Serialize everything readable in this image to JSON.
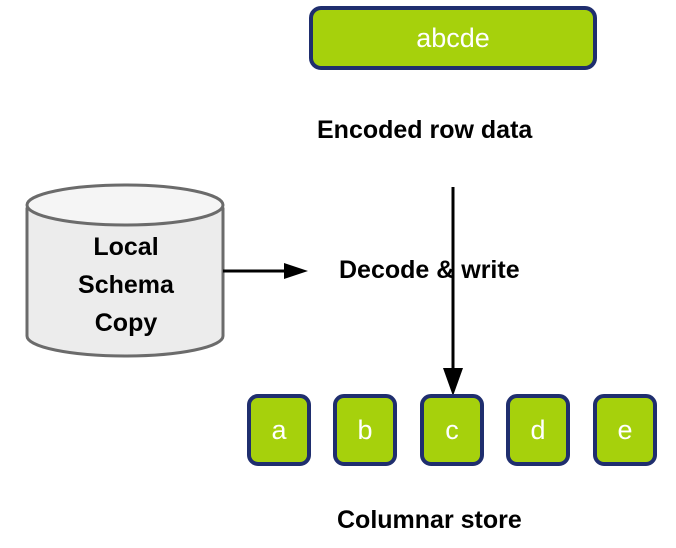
{
  "diagram": {
    "source": {
      "label": "abcde",
      "caption": "Encoded row data"
    },
    "schema_store": {
      "lines": [
        "Local",
        "Schema",
        "Copy"
      ]
    },
    "process": {
      "label": "Decode & write"
    },
    "columns": [
      {
        "label": "a"
      },
      {
        "label": "b"
      },
      {
        "label": "c"
      },
      {
        "label": "d"
      },
      {
        "label": "e"
      }
    ],
    "columns_caption": "Columnar store"
  },
  "colors": {
    "box_fill": "#a6d10c",
    "box_border": "#1f2e6e",
    "box_text": "#ffffff",
    "cylinder_fill": "#ececec",
    "cylinder_top": "#f5f5f5",
    "cylinder_stroke": "#6b6b6b",
    "arrow": "#000000"
  }
}
